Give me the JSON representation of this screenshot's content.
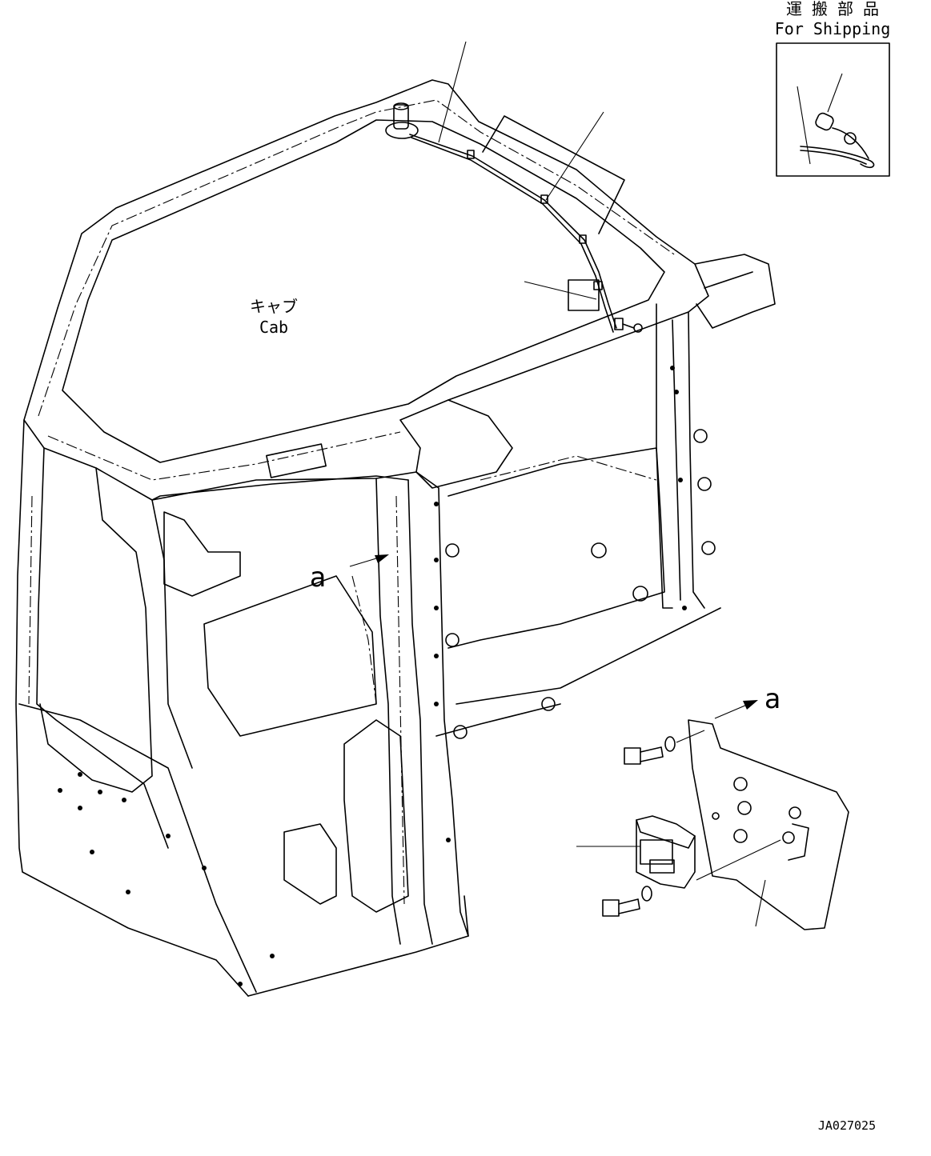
{
  "shipping_label_jp": "運 搬 部 品",
  "shipping_label_en": "For Shipping",
  "cab_label_jp": "キャブ",
  "cab_label_en": "Cab",
  "view_marker_upper": "a",
  "view_marker_lower": "a",
  "drawing_code": "JA027025"
}
